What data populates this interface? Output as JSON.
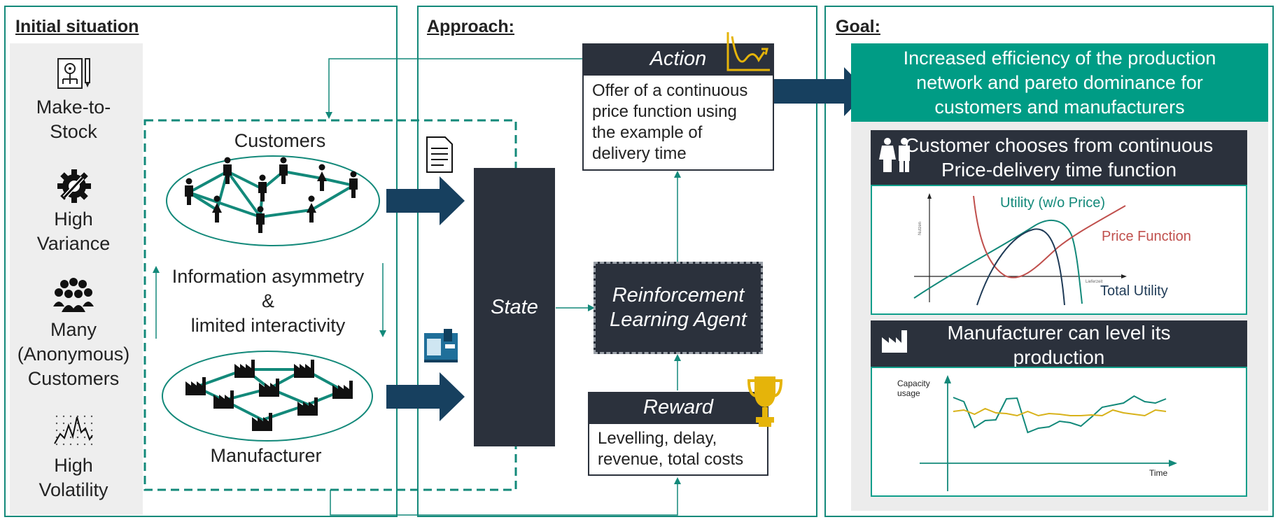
{
  "headings": {
    "initial": "Initial situation",
    "approach": "Approach:",
    "goal": "Goal:"
  },
  "left_items": [
    {
      "label_lines": [
        "Make-to-",
        "Stock"
      ],
      "icon": "document-gear-icon"
    },
    {
      "label_lines": [
        "High",
        "Variance"
      ],
      "icon": "gear-wrench-icon"
    },
    {
      "label_lines": [
        "Many",
        "(Anonymous)",
        "Customers"
      ],
      "icon": "crowd-icon"
    },
    {
      "label_lines": [
        "High",
        "Volatility"
      ],
      "icon": "volatility-chart-icon"
    }
  ],
  "network": {
    "customers_label": "Customers",
    "manufacturer_label": "Manufacturer",
    "asymmetry_lines": [
      "Information asymmetry",
      "&",
      "limited interactivity"
    ]
  },
  "approach": {
    "state": "State",
    "action_title": "Action",
    "action_text_lines": [
      "Offer of a continuous",
      "price function using",
      "the example of",
      "delivery time"
    ],
    "agent_lines": [
      "Reinforcement",
      "Learning Agent"
    ],
    "reward_title": "Reward",
    "reward_text_lines": [
      "Levelling, delay,",
      "revenue, total costs"
    ]
  },
  "goal": {
    "banner_lines": [
      "Increased efficiency of the production",
      "network and pareto dominance for",
      "customers and manufacturers"
    ],
    "customer_header_lines": [
      "Customer chooses from continuous",
      "Price-delivery time function"
    ],
    "manufacturer_header_lines": [
      "Manufacturer can level its",
      "production"
    ],
    "chart1": {
      "utility_label": "Utility (w/o Price)",
      "price_label": "Price Function",
      "total_label": "Total Utility",
      "y_axis_label": "Nutzen",
      "x_axis_label": "Lieferzeit"
    },
    "chart2": {
      "y_label_lines": [
        "Capacity",
        "usage"
      ],
      "x_label": "Time"
    }
  },
  "colors": {
    "teal": "#13897a",
    "teal_bright": "#009c85",
    "navy": "#17405f",
    "dark": "#2b313c",
    "gold": "#e5b40a",
    "red": "#c0504d",
    "yellow": "#d8b21a"
  },
  "chart_data": [
    {
      "type": "line",
      "title": "",
      "series": [
        {
          "name": "Utility (w/o Price)",
          "x": [
            0,
            15,
            30,
            45,
            55,
            62,
            70,
            80,
            86
          ],
          "y": [
            -5,
            8,
            20,
            32,
            38,
            40,
            35,
            10,
            -15
          ]
        },
        {
          "name": "Price Function",
          "x": [
            30,
            35,
            42,
            50,
            58,
            66,
            75,
            90,
            110
          ],
          "y": [
            48,
            25,
            8,
            -1,
            2,
            10,
            20,
            30,
            40
          ]
        },
        {
          "name": "Total Utility",
          "x": [
            42,
            50,
            58,
            66,
            72,
            78,
            84
          ],
          "y": [
            -15,
            10,
            28,
            35,
            30,
            10,
            -15
          ]
        }
      ],
      "xlabel": "Lieferzeit",
      "ylabel": "Nutzen"
    },
    {
      "type": "line",
      "title": "",
      "xlabel": "Time",
      "ylabel": "Capacity usage",
      "x": [
        0,
        1,
        2,
        3,
        4,
        5,
        6,
        7,
        8,
        9,
        10,
        11,
        12,
        13,
        14,
        15,
        16,
        17,
        18,
        19,
        20
      ],
      "series": [
        {
          "color": "#13897a",
          "values": [
            78,
            72,
            35,
            45,
            46,
            76,
            77,
            28,
            34,
            36,
            44,
            42,
            37,
            50,
            64,
            67,
            70,
            80,
            72,
            70,
            76
          ]
        },
        {
          "color": "#d8b21a",
          "values": [
            58,
            60,
            54,
            62,
            56,
            55,
            52,
            58,
            52,
            55,
            54,
            52,
            52,
            53,
            52,
            60,
            56,
            54,
            52,
            60,
            58
          ]
        }
      ]
    }
  ]
}
